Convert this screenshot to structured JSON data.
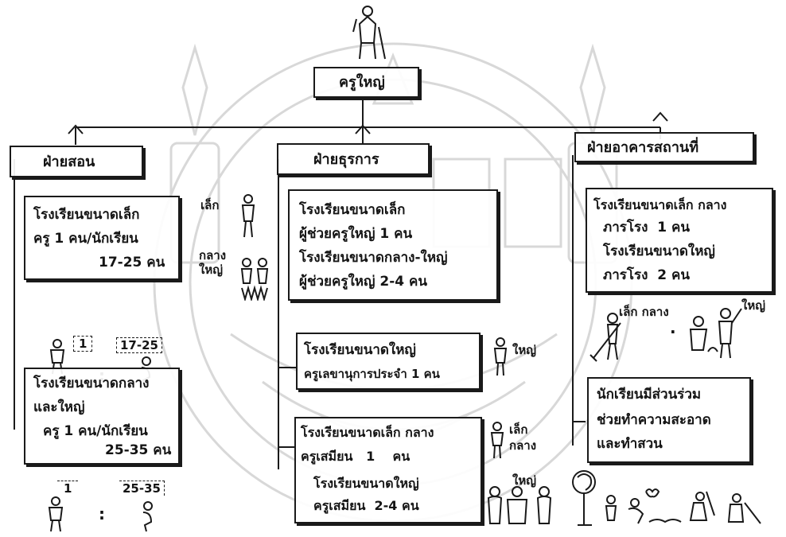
{
  "colors": {
    "ink": "#1a1a1a",
    "watermark": "#d8d8d8",
    "paper": "#ffffff"
  },
  "principal": {
    "label": "ครูใหญ่",
    "icon": "principal-figure-icon"
  },
  "departments": {
    "teaching": {
      "title": "ฝ่ายสอน",
      "small_school": {
        "line1": "โรงเรียนขนาดเล็ก",
        "line2": "ครู 1 คน/นักเรียน",
        "line3": "17-25 คน"
      },
      "small_ratio": {
        "teacher": "1",
        "students": "17-25"
      },
      "large_school": {
        "line1": "โรงเรียนขนาดกลาง",
        "line2": "และใหญ่",
        "line3": "ครู 1 คน/นักเรียน",
        "line4": "25-35 คน"
      },
      "large_ratio": {
        "teacher": "1",
        "students": "25-35"
      }
    },
    "admin": {
      "title": "ฝ่ายธุรการ",
      "assistants": {
        "line1": "โรงเรียนขนาดเล็ก",
        "line2": "ผู้ช่วยครูใหญ่ 1 คน",
        "line3": "โรงเรียนขนาดกลาง-ใหญ่",
        "line4": "ผู้ช่วยครูใหญ่ 2-4 คน"
      },
      "side_small": "เล็ก",
      "side_medium_large": "กลาง\nใหญ่",
      "secretary": {
        "line1": "โรงเรียนขนาดใหญ่",
        "line2": "ครูเลขานุการประจำ 1 คน"
      },
      "secretary_size": "ใหญ่",
      "nurse": {
        "line1": "โรงเรียนขนาดเล็ก กลาง",
        "line2": "ครูเสมียน   1    คน",
        "line3": "โรงเรียนขนาดใหญ่",
        "line4": "ครูเสมียน  2-4 คน"
      },
      "nurse_size_small": "เล็ก\nกลาง",
      "nurse_size_large": "ใหญ่"
    },
    "facilities": {
      "title": "ฝ่ายอาคารสถานที่",
      "janitors": {
        "line1": "โรงเรียนขนาดเล็ก กลาง",
        "line2": "ภารโรง  1 คน",
        "line3": "โรงเรียนขนาดใหญ่",
        "line4": "ภารโรง  2 คน"
      },
      "janitor_sizes": {
        "small_medium": "เล็ก กลาง",
        "large": "ใหญ่"
      },
      "students": {
        "line1": "นักเรียนมีส่วนร่วม",
        "line2": "ช่วยทำความสะอาด",
        "line3": "และทำสวน"
      }
    }
  }
}
